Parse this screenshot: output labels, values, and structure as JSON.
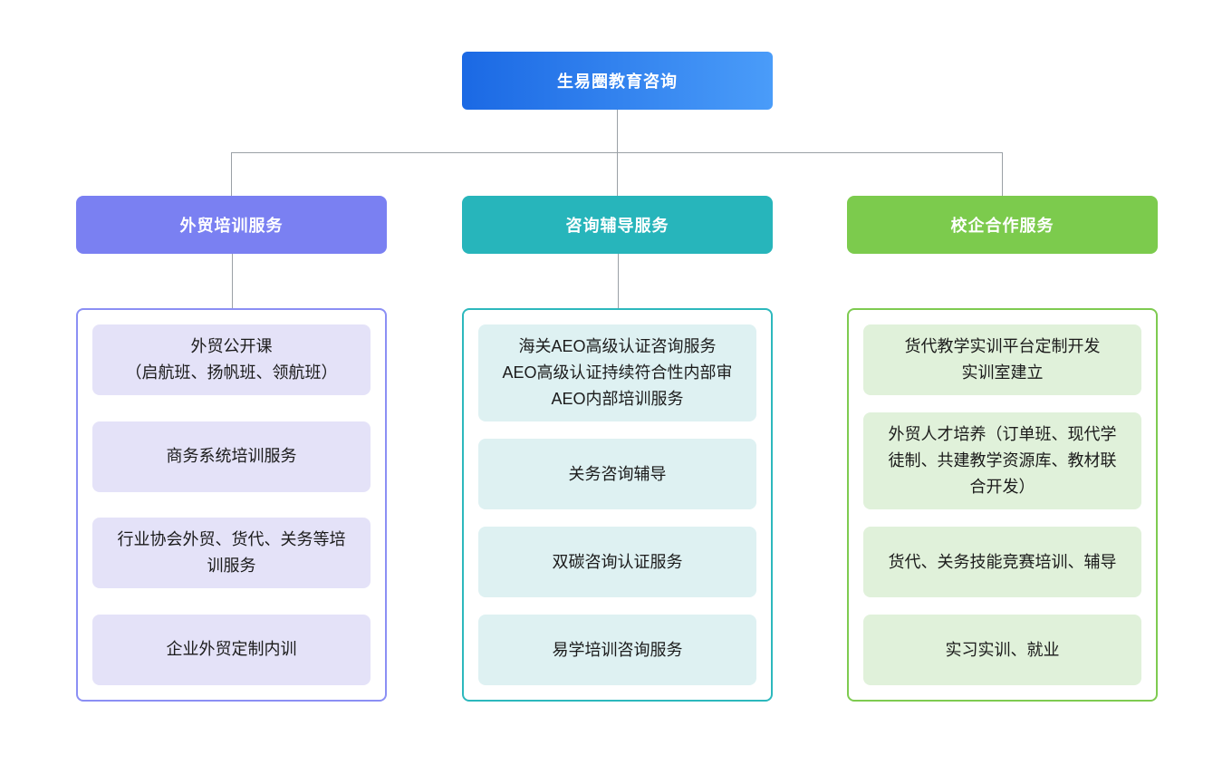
{
  "page": {
    "background": "#ffffff",
    "connector_color": "#9aa0a6"
  },
  "root": {
    "label": "生易圈教育咨询",
    "colors": {
      "gradient_from": "#1b69e4",
      "gradient_to": "#4a9cf9",
      "text": "#ffffff"
    }
  },
  "columns": [
    {
      "header": {
        "label": "外贸培训服务"
      },
      "colors": {
        "header_bg": "#7a80f2",
        "container_border": "#8b8ff4",
        "item_bg": "#e4e2f8"
      },
      "items": [
        {
          "text": "外贸公开课\n（启航班、扬帆班、领航班）"
        },
        {
          "text": "商务系统培训服务"
        },
        {
          "text": "行业协会外贸、货代、关务等培训服务"
        },
        {
          "text": "企业外贸定制内训"
        }
      ]
    },
    {
      "header": {
        "label": "咨询辅导服务"
      },
      "colors": {
        "header_bg": "#27b5bb",
        "container_border": "#2cb8bd",
        "item_bg": "#def1f2"
      },
      "items": [
        {
          "text": "海关AEO高级认证咨询服务\nAEO高级认证持续符合性内部审\nAEO内部培训服务"
        },
        {
          "text": "关务咨询辅导"
        },
        {
          "text": "双碳咨询认证服务"
        },
        {
          "text": "易学培训咨询服务"
        }
      ]
    },
    {
      "header": {
        "label": "校企合作服务"
      },
      "colors": {
        "header_bg": "#7ccb4d",
        "container_border": "#7ecb50",
        "item_bg": "#e0f1da"
      },
      "items": [
        {
          "text": "货代教学实训平台定制开发\n实训室建立"
        },
        {
          "text": "外贸人才培养（订单班、现代学徒制、共建教学资源库、教材联合开发）"
        },
        {
          "text": "货代、关务技能竞赛培训、辅导"
        },
        {
          "text": "实习实训、就业"
        }
      ]
    }
  ]
}
